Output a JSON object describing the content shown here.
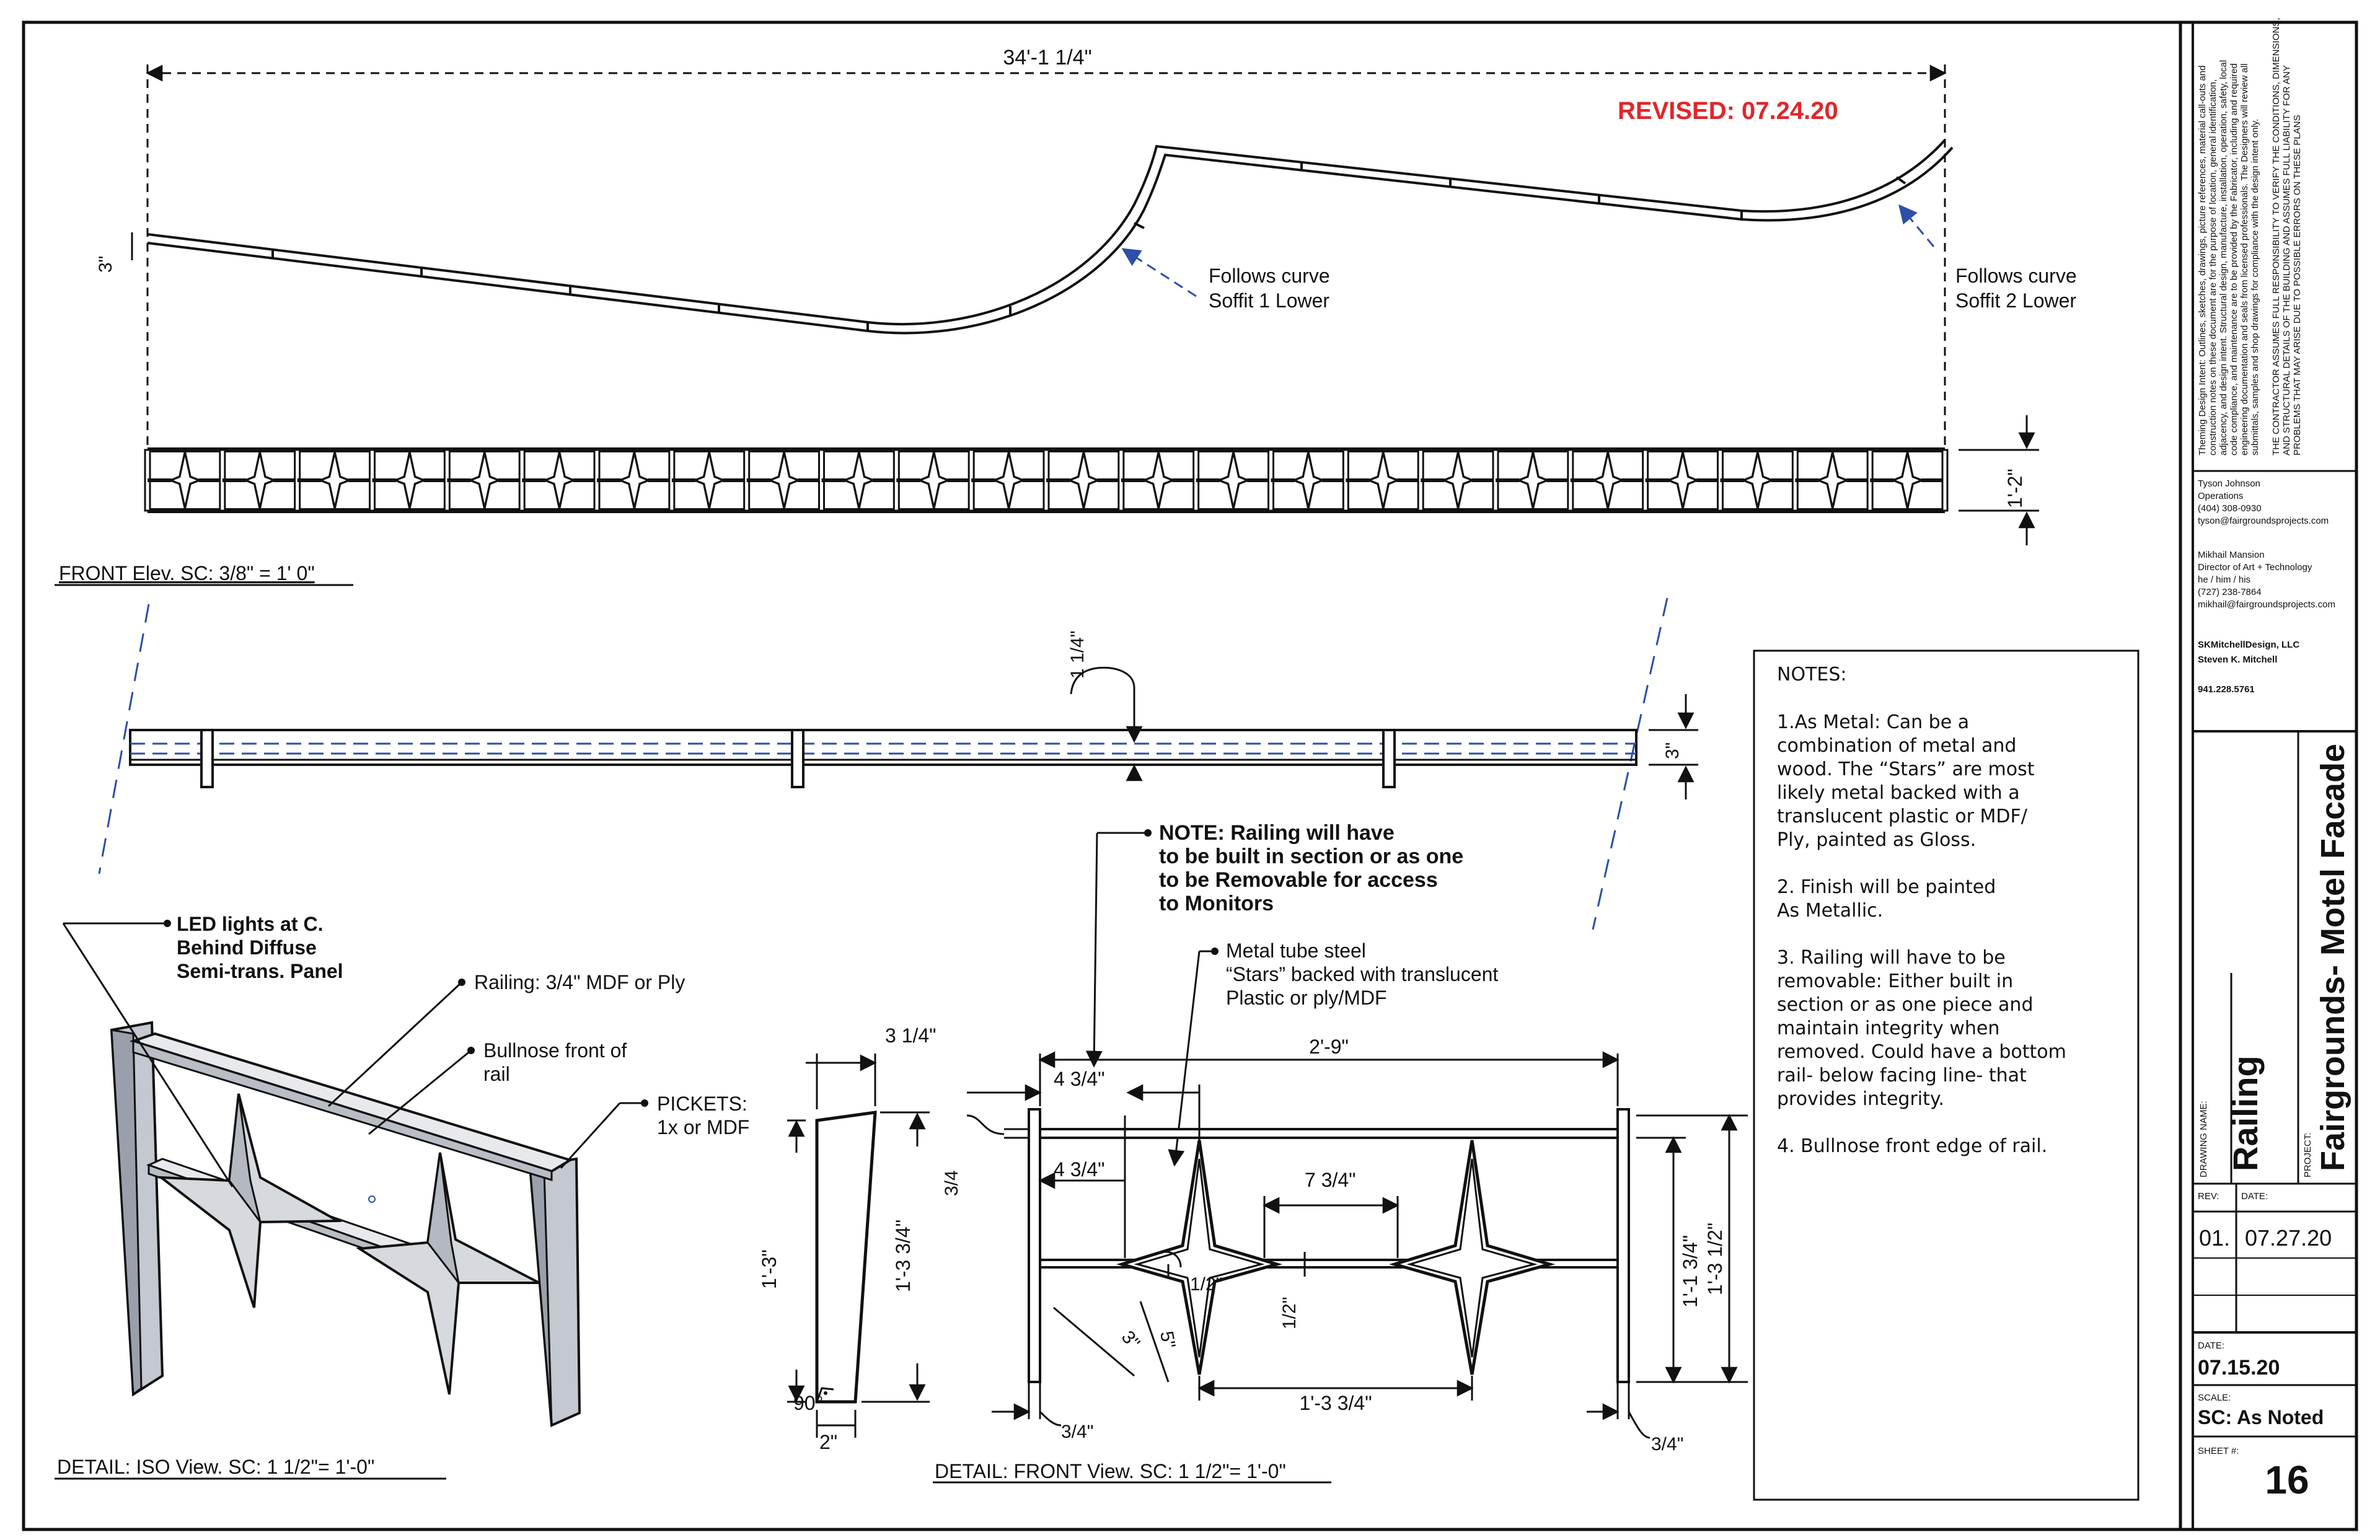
{
  "revision_stamp": "REVISED: 07.24.20",
  "front_elevation": {
    "overall_width": "34'-1 1/4\"",
    "height_dim": "3\"",
    "picket_height": "1'-2\"",
    "callout_left": [
      "Follows curve",
      "Soffit 1 Lower"
    ],
    "callout_right": [
      "Follows curve",
      "Soffit 2 Lower"
    ],
    "caption": "FRONT Elev. SC: 3/8\" = 1' 0\""
  },
  "plan_view": {
    "dim_top": "1 1/4\"",
    "dim_side": "3\""
  },
  "iso_detail": {
    "callouts": [
      [
        "LED lights at C.",
        "Behind Diffuse",
        "Semi-trans. Panel"
      ],
      [
        "Railing: 3/4\" MDF or Ply"
      ],
      [
        "Bullnose front of",
        "rail"
      ],
      [
        "PICKETS:",
        "1x or MDF"
      ]
    ],
    "caption": "DETAIL: ISO View. SC: 1 1/2\"= 1'-0\""
  },
  "picket_section": {
    "dim_top": "3 1/4\"",
    "dim_height_left": "1'-3\"",
    "dim_height_right": "1'-3 3/4\"",
    "dim_angle": "90°",
    "dim_bottom": "2\""
  },
  "front_detail": {
    "note": [
      "NOTE: Railing will have",
      "to be built in section or as one",
      "to be Removable for access",
      "to Monitors"
    ],
    "callout_tube": [
      "Metal tube steel",
      "“Stars” backed with translucent",
      "Plastic or ply/MDF"
    ],
    "dim_width": "2'-9\"",
    "dim_a": "4 3/4\"",
    "dim_b": "4 3/4\"",
    "dim_c": "7 3/4\"",
    "dim_rail": "3/4",
    "dim_half_a": "1/2\"",
    "dim_half_b": "1/2\"",
    "dim_3": "3\"",
    "dim_5": "5\"",
    "dim_span": "1'-3 3/4\"",
    "dim_h1": "1'-1 3/4\"",
    "dim_h2": "1'-3 1/2\"",
    "dim_post_l": "3/4\"",
    "dim_post_r": "3/4\"",
    "caption": "DETAIL: FRONT View. SC: 1 1/2\"= 1'-0\""
  },
  "notes": {
    "heading": "NOTES:",
    "lines": [
      "1.As Metal: Can be a",
      "combination of metal and",
      "wood. The “Stars” are most",
      "likely metal backed with a",
      "translucent plastic or MDF/",
      "Ply, painted as Gloss.",
      "",
      "2. Finish will be painted",
      "As Metallic.",
      "",
      "3. Railing will have to be",
      "removable: Either built in",
      "section or as one piece and",
      "maintain integrity when",
      "removed. Could have a bottom",
      "rail- below facing line- that",
      "provides integrity.",
      "",
      "4. Bullnose front edge of rail."
    ]
  },
  "title_block": {
    "disclaimer": [
      "Theming Design Intent: Outlines, sketches, drawings, picture references, material call-outs and",
      "construction notes on these document are for the purpose of location, general identification,",
      "adjacency, and design intent. Structural design, manufacture, installation, operation, safety, local",
      "code compliance, and maintenance are to be provided by the Fabricator, including and required",
      "engineering documentation and seals from licensed professionals. The Designers will review all",
      "submittals, samples and shop drawings for compliance with the design intent only."
    ],
    "disclaimer_caps": [
      "THE CONTRACTOR ASSUMES FULL RESPONSIBILITY TO VERIFY THE CONDITIONS, DIMENSIONS,",
      "AND STRUCTURAL DETAILS OF THE BUILDING AND ASSUMES FULL LIABILITY FOR ANY",
      "PROBLEMS THAT MAY ARISE DUE TO POSSIBLE ERRORS ON THESE PLANS"
    ],
    "contact_1": [
      "Tyson Johnson",
      "Operations",
      "(404) 308-0930",
      "tyson@fairgroundsprojects.com"
    ],
    "contact_2": [
      "Mikhail Mansion",
      "Director of Art + Technology",
      "he / him / his",
      "(727) 238-7864",
      "mikhail@fairgroundsprojects.com"
    ],
    "contact_3": [
      "SKMitchellDesign, LLC",
      "Steven K. Mitchell",
      "",
      "941.228.5761"
    ],
    "drawing_name_label": "DRAWING NAME:",
    "drawing_name": "Railing",
    "project_label": "PROJECT:",
    "project": "Fairgrounds- Motel Facade",
    "rev_label": "REV:",
    "date_label": "DATE:",
    "rev": "01.",
    "rev_date": "07.27.20",
    "date_label_2": "DATE:",
    "date": "07.15.20",
    "scale_label": "SCALE:",
    "scale": "SC: As Noted",
    "sheet_label": "SHEET #:",
    "sheet": "16"
  }
}
